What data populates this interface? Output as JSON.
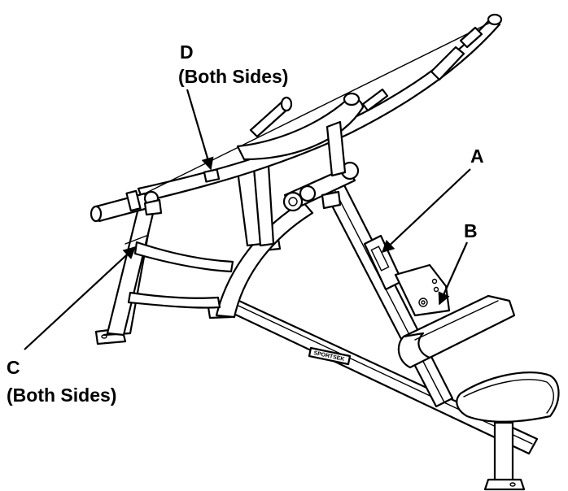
{
  "colors": {
    "ink": "#000000",
    "paper": "#ffffff"
  },
  "labels": {
    "a": {
      "letter": "A",
      "note": ""
    },
    "b": {
      "letter": "B",
      "note": ""
    },
    "c": {
      "letter": "C",
      "note": "(Both Sides)"
    },
    "d": {
      "letter": "D",
      "note": "(Both Sides)"
    }
  },
  "machine": {
    "brand_plate": "SPORTSEK"
  }
}
